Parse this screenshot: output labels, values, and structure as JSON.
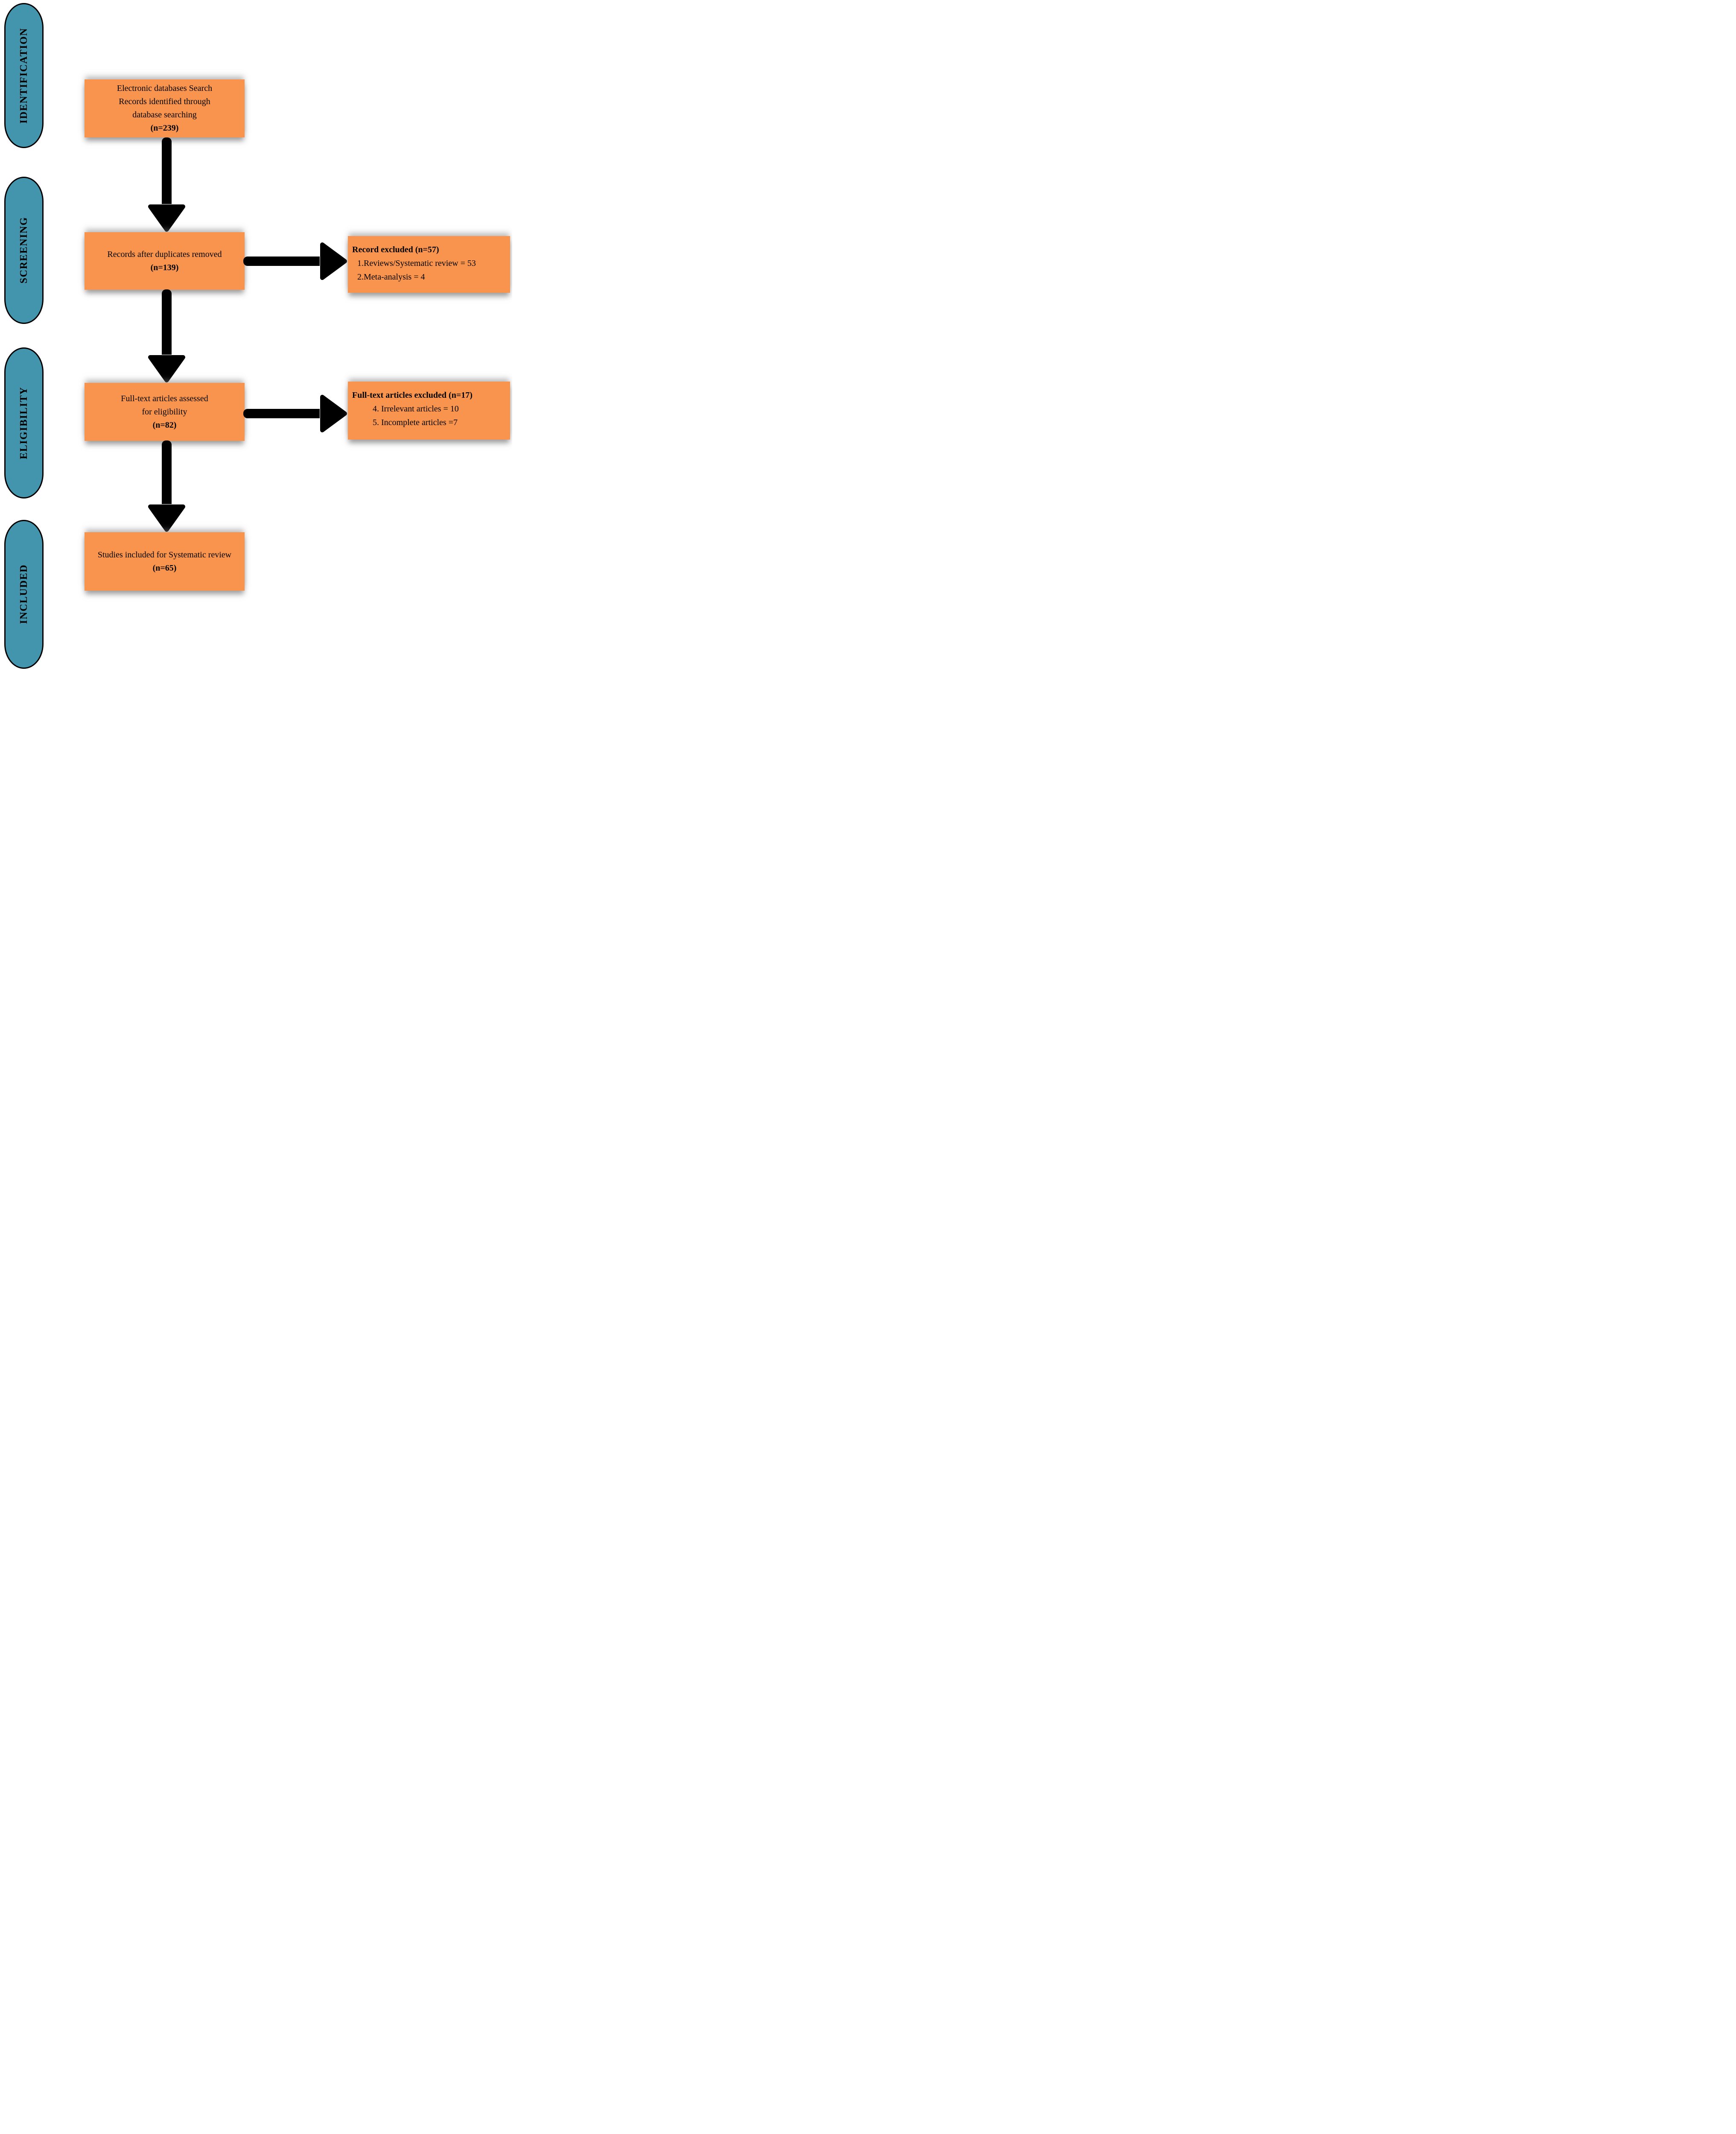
{
  "colors": {
    "box_orange": "#F8944E",
    "stage_teal": "#4295AC",
    "border_black": "#000000",
    "arrow_black": "#000000",
    "background_white": "#FFFFFF",
    "shadow_gray": "#787878"
  },
  "stages": [
    {
      "label": "IDENTIFICATION"
    },
    {
      "label": "SCREENING"
    },
    {
      "label": "ELIGIBILITY"
    },
    {
      "label": "INCLUDED"
    }
  ],
  "flow_boxes": [
    {
      "lines": [
        "Electronic databases Search",
        "Records identified through",
        "database searching"
      ],
      "count": "(n=239)"
    },
    {
      "lines": [
        "Records after duplicates removed"
      ],
      "count": "(n=139)"
    },
    {
      "lines": [
        "Full-text articles assessed",
        "for eligibility"
      ],
      "count": "(n=82)"
    },
    {
      "lines": [
        "Studies included for Systematic review"
      ],
      "count": "(n=65)"
    }
  ],
  "exclusion_boxes": [
    {
      "title": "Record excluded (n=57)",
      "items": [
        "1.Reviews/Systematic review = 53",
        "2.Meta-analysis = 4"
      ]
    },
    {
      "title": "Full-text articles excluded (n=17)",
      "items": [
        "4. Irrelevant articles = 10",
        "5. Incomplete articles =7"
      ]
    }
  ],
  "connections": [
    {
      "from": "records-identified",
      "to": "records-after-duplicates",
      "direction": "down"
    },
    {
      "from": "records-after-duplicates",
      "to": "record-excluded",
      "direction": "right"
    },
    {
      "from": "records-after-duplicates",
      "to": "full-text-assessed",
      "direction": "down"
    },
    {
      "from": "full-text-assessed",
      "to": "full-text-excluded",
      "direction": "right"
    },
    {
      "from": "full-text-assessed",
      "to": "studies-included",
      "direction": "down"
    }
  ]
}
